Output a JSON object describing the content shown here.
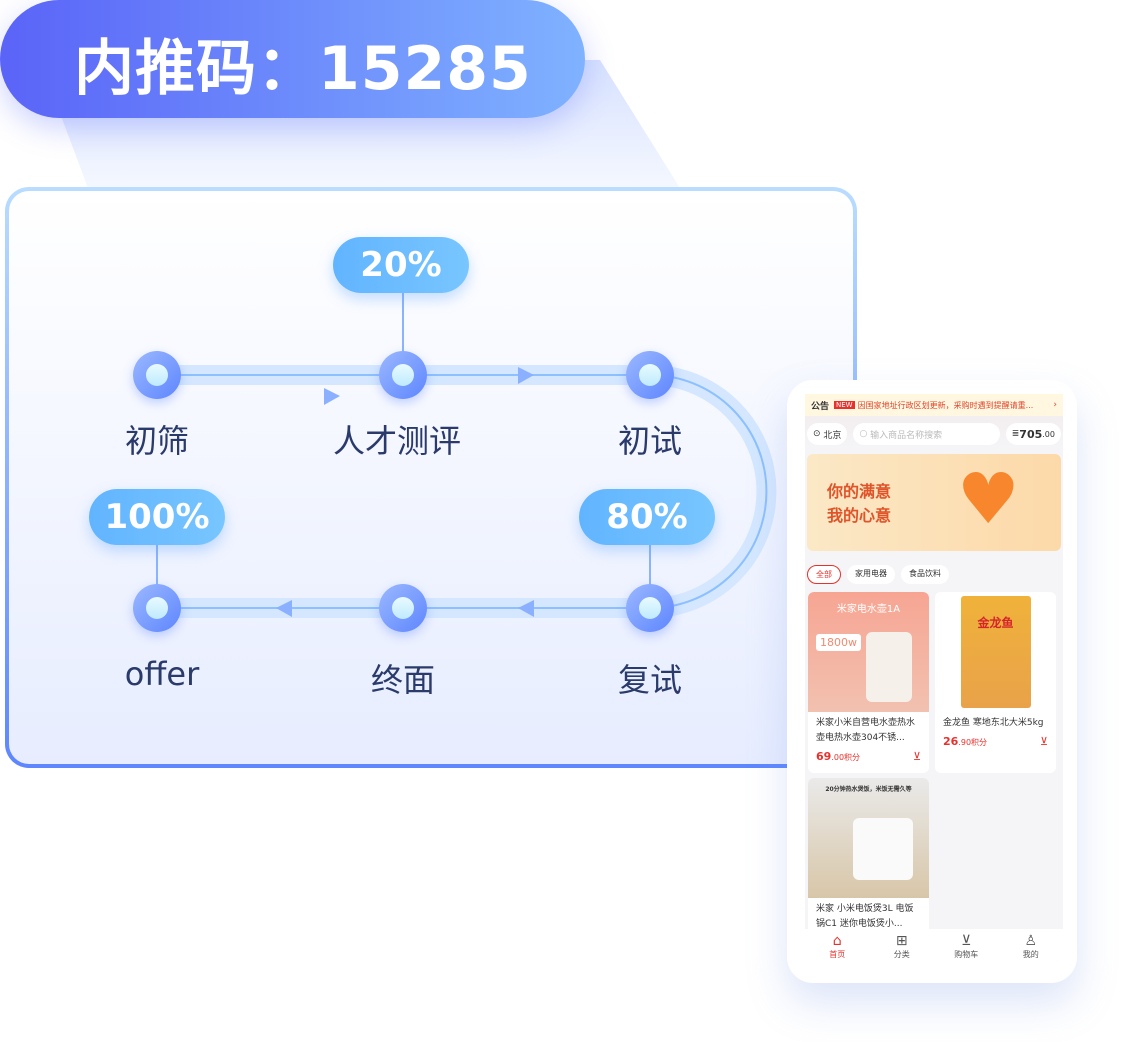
{
  "referral": {
    "text": "内推码：15285"
  },
  "flow": {
    "stages": [
      "初筛",
      "人才测评",
      "初试",
      "复试",
      "终面",
      "offer"
    ],
    "badges": {
      "talent_test": "20%",
      "second_interview": "80%",
      "offer": "100%"
    }
  },
  "phone": {
    "announcement": {
      "label": "公告",
      "tag": "NEW",
      "text": "因国家地址行政区划更新，采购时遇到提醒请重...",
      "chevron": "›"
    },
    "location": "北京",
    "search_placeholder": "输入商品名称搜索",
    "points": "705",
    "points_decimal": ".00",
    "banner": {
      "line1": "你的满意",
      "line2": "我的心意"
    },
    "tabs": [
      "全部",
      "家用电器",
      "食品饮料"
    ],
    "products": [
      {
        "image_title": "米家电水壶1A",
        "image_badge": "1800w",
        "name": "米家小米自营电水壶热水壶电热水壶304不锈...",
        "price": "69",
        "decimal": ".00",
        "unit": "积分"
      },
      {
        "image_title": "金龙鱼",
        "name": "金龙鱼 寒地东北大米5kg",
        "price": "26",
        "decimal": ".90",
        "unit": "积分"
      },
      {
        "image_title": "20分钟热水煲饭，米饭无需久等",
        "name": "米家 小米电饭煲3L 电饭锅C1 迷你电饭煲小..."
      }
    ],
    "nav": [
      "首页",
      "分类",
      "购物车",
      "我的"
    ],
    "accent": "#e8302c"
  }
}
